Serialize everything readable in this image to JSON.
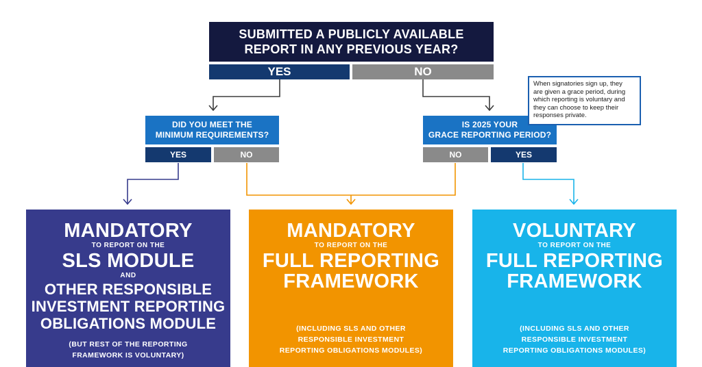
{
  "question_main": {
    "line1": "SUBMITTED A PUBLICLY AVAILABLE",
    "line2": "REPORT IN ANY PREVIOUS YEAR?",
    "yes": "YES",
    "no": "NO"
  },
  "question_min_req": {
    "line1": "DID YOU MEET THE",
    "line2": "MINIMUM REQUIREMENTS?",
    "yes": "YES",
    "no": "NO"
  },
  "question_grace": {
    "line1": "IS 2025 YOUR",
    "line2": "GRACE REPORTING PERIOD?",
    "no": "NO",
    "yes": "YES"
  },
  "grace_note": {
    "line1": "When signatories sign up, they",
    "line2": "are given a grace period, during",
    "line3": "which reporting is voluntary and",
    "line4": "they can choose to keep their",
    "line5": "responses private."
  },
  "results": {
    "left": {
      "title": "MANDATORY",
      "sub1": "TO REPORT ON THE",
      "module": "SLS MODULE",
      "and": "AND",
      "other1": "OTHER RESPONSIBLE",
      "other2": "INVESTMENT REPORTING",
      "other3": "OBLIGATIONS MODULE",
      "foot1": "(BUT REST OF THE REPORTING",
      "foot2": "FRAMEWORK IS VOLUNTARY)",
      "color": "#373b8c"
    },
    "middle": {
      "title": "MANDATORY",
      "sub1": "TO REPORT ON THE",
      "framework1": "FULL REPORTING",
      "framework2": "FRAMEWORK",
      "foot1": "(INCLUDING SLS AND OTHER",
      "foot2": "RESPONSIBLE INVESTMENT",
      "foot3": "REPORTING OBLIGATIONS MODULES)",
      "color": "#f29400"
    },
    "right": {
      "title": "VOLUNTARY",
      "sub1": "TO REPORT ON THE",
      "framework1": "FULL REPORTING",
      "framework2": "FRAMEWORK",
      "foot1": "(INCLUDING SLS AND OTHER",
      "foot2": "RESPONSIBLE INVESTMENT",
      "foot3": "REPORTING OBLIGATIONS MODULES)",
      "color": "#18b4ea"
    }
  },
  "colors": {
    "navy": "#14193f",
    "dark_blue": "#14396f",
    "mid_blue": "#1a73c4",
    "grey": "#8a8a8a",
    "connector_dark": "#3d3d3d",
    "connector_purple": "#373b8c",
    "connector_orange": "#f29400",
    "connector_cyan": "#18b4ea"
  }
}
